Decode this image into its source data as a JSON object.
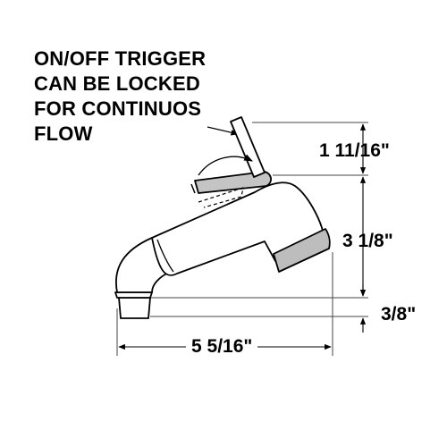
{
  "annotation": {
    "lines": [
      "ON/OFF TRIGGER",
      "CAN BE LOCKED",
      "FOR CONTINUOS",
      "FLOW"
    ]
  },
  "dimensions": {
    "trigger_height": "1 11/16\"",
    "body_height": "3 1/8\"",
    "base_height": "3/8\"",
    "overall_width": "5 5/16\""
  },
  "colors": {
    "line": "#000000",
    "body_fill": "#ffffff",
    "band_fill": "#bdbdbd",
    "trigger_fill": "#c4c4c4"
  }
}
